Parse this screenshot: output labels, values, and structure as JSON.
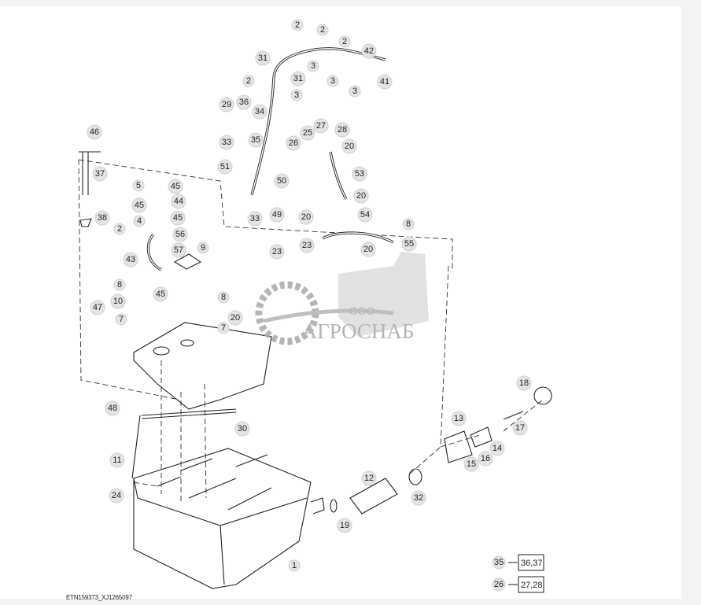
{
  "diagram": {
    "caption": "ETN159373_XJ1265097",
    "callouts": [
      "2",
      "2",
      "2",
      "42",
      "3",
      "3",
      "3",
      "41",
      "31",
      "31",
      "2",
      "3",
      "29",
      "36",
      "34",
      "35",
      "33",
      "51",
      "50",
      "49",
      "33",
      "46",
      "37",
      "38",
      "5",
      "45",
      "45",
      "44",
      "4",
      "45",
      "2",
      "56",
      "57",
      "9",
      "43",
      "8",
      "45",
      "10",
      "47",
      "7",
      "8",
      "7",
      "20",
      "27",
      "25",
      "28",
      "26",
      "20",
      "53",
      "20",
      "54",
      "20",
      "8",
      "23",
      "20",
      "55",
      "23",
      "48",
      "30",
      "11",
      "24",
      "1",
      "12",
      "19",
      "32",
      "13",
      "14",
      "15",
      "16",
      "18",
      "17"
    ],
    "legend": [
      {
        "ref": "35",
        "includes": "36,37"
      },
      {
        "ref": "26",
        "includes": "27,28"
      }
    ]
  },
  "watermark": {
    "prefix": "ООО",
    "brand": "АГРОСНАБ",
    "color": "#a9a9a9"
  }
}
